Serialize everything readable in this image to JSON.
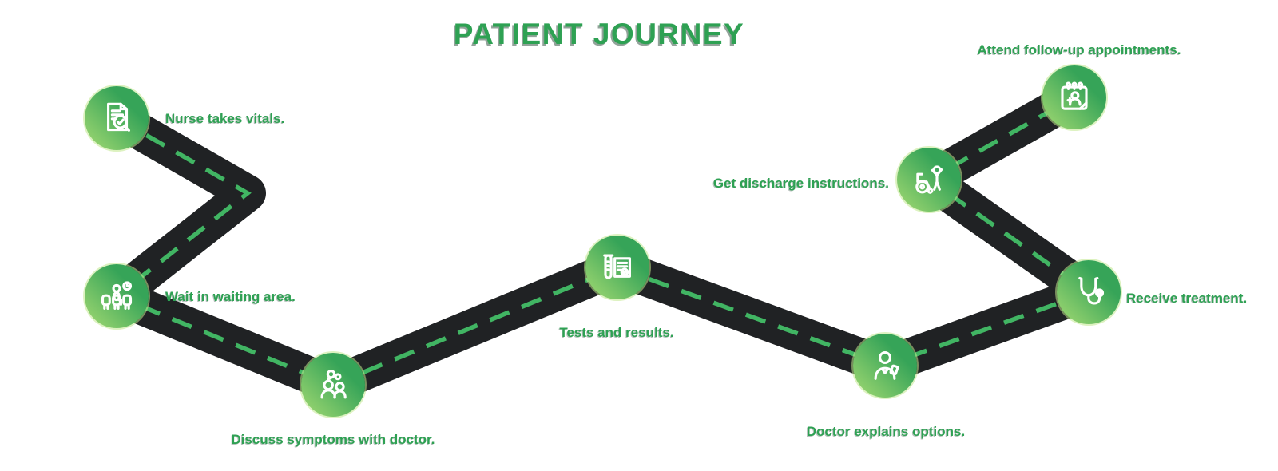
{
  "title": "PATIENT JOURNEY",
  "colors": {
    "title-green": "#2ea153",
    "label-green": "#2ea153",
    "road-dark": "#202224",
    "dash-green": "#41b563",
    "node-green-dark": "#36a458",
    "node-green-light": "#a4da72",
    "icon-white": "#ffffff"
  },
  "journey": {
    "steps": [
      {
        "label": "Nurse takes vitals.",
        "icon": "report-magnifier-icon"
      },
      {
        "label": "Wait in waiting area.",
        "icon": "waiting-room-icon"
      },
      {
        "label": "Discuss symptoms with doctor.",
        "icon": "conversation-icon"
      },
      {
        "label": "Tests and results.",
        "icon": "test-results-icon"
      },
      {
        "label": "Doctor explains options.",
        "icon": "doctor-icon"
      },
      {
        "label": "Receive treatment.",
        "icon": "stethoscope-icon"
      },
      {
        "label": "Get discharge instructions.",
        "icon": "discharge-wheelchair-icon"
      },
      {
        "label": "Attend follow-up appointments.",
        "icon": "calendar-appointment-icon"
      }
    ]
  }
}
